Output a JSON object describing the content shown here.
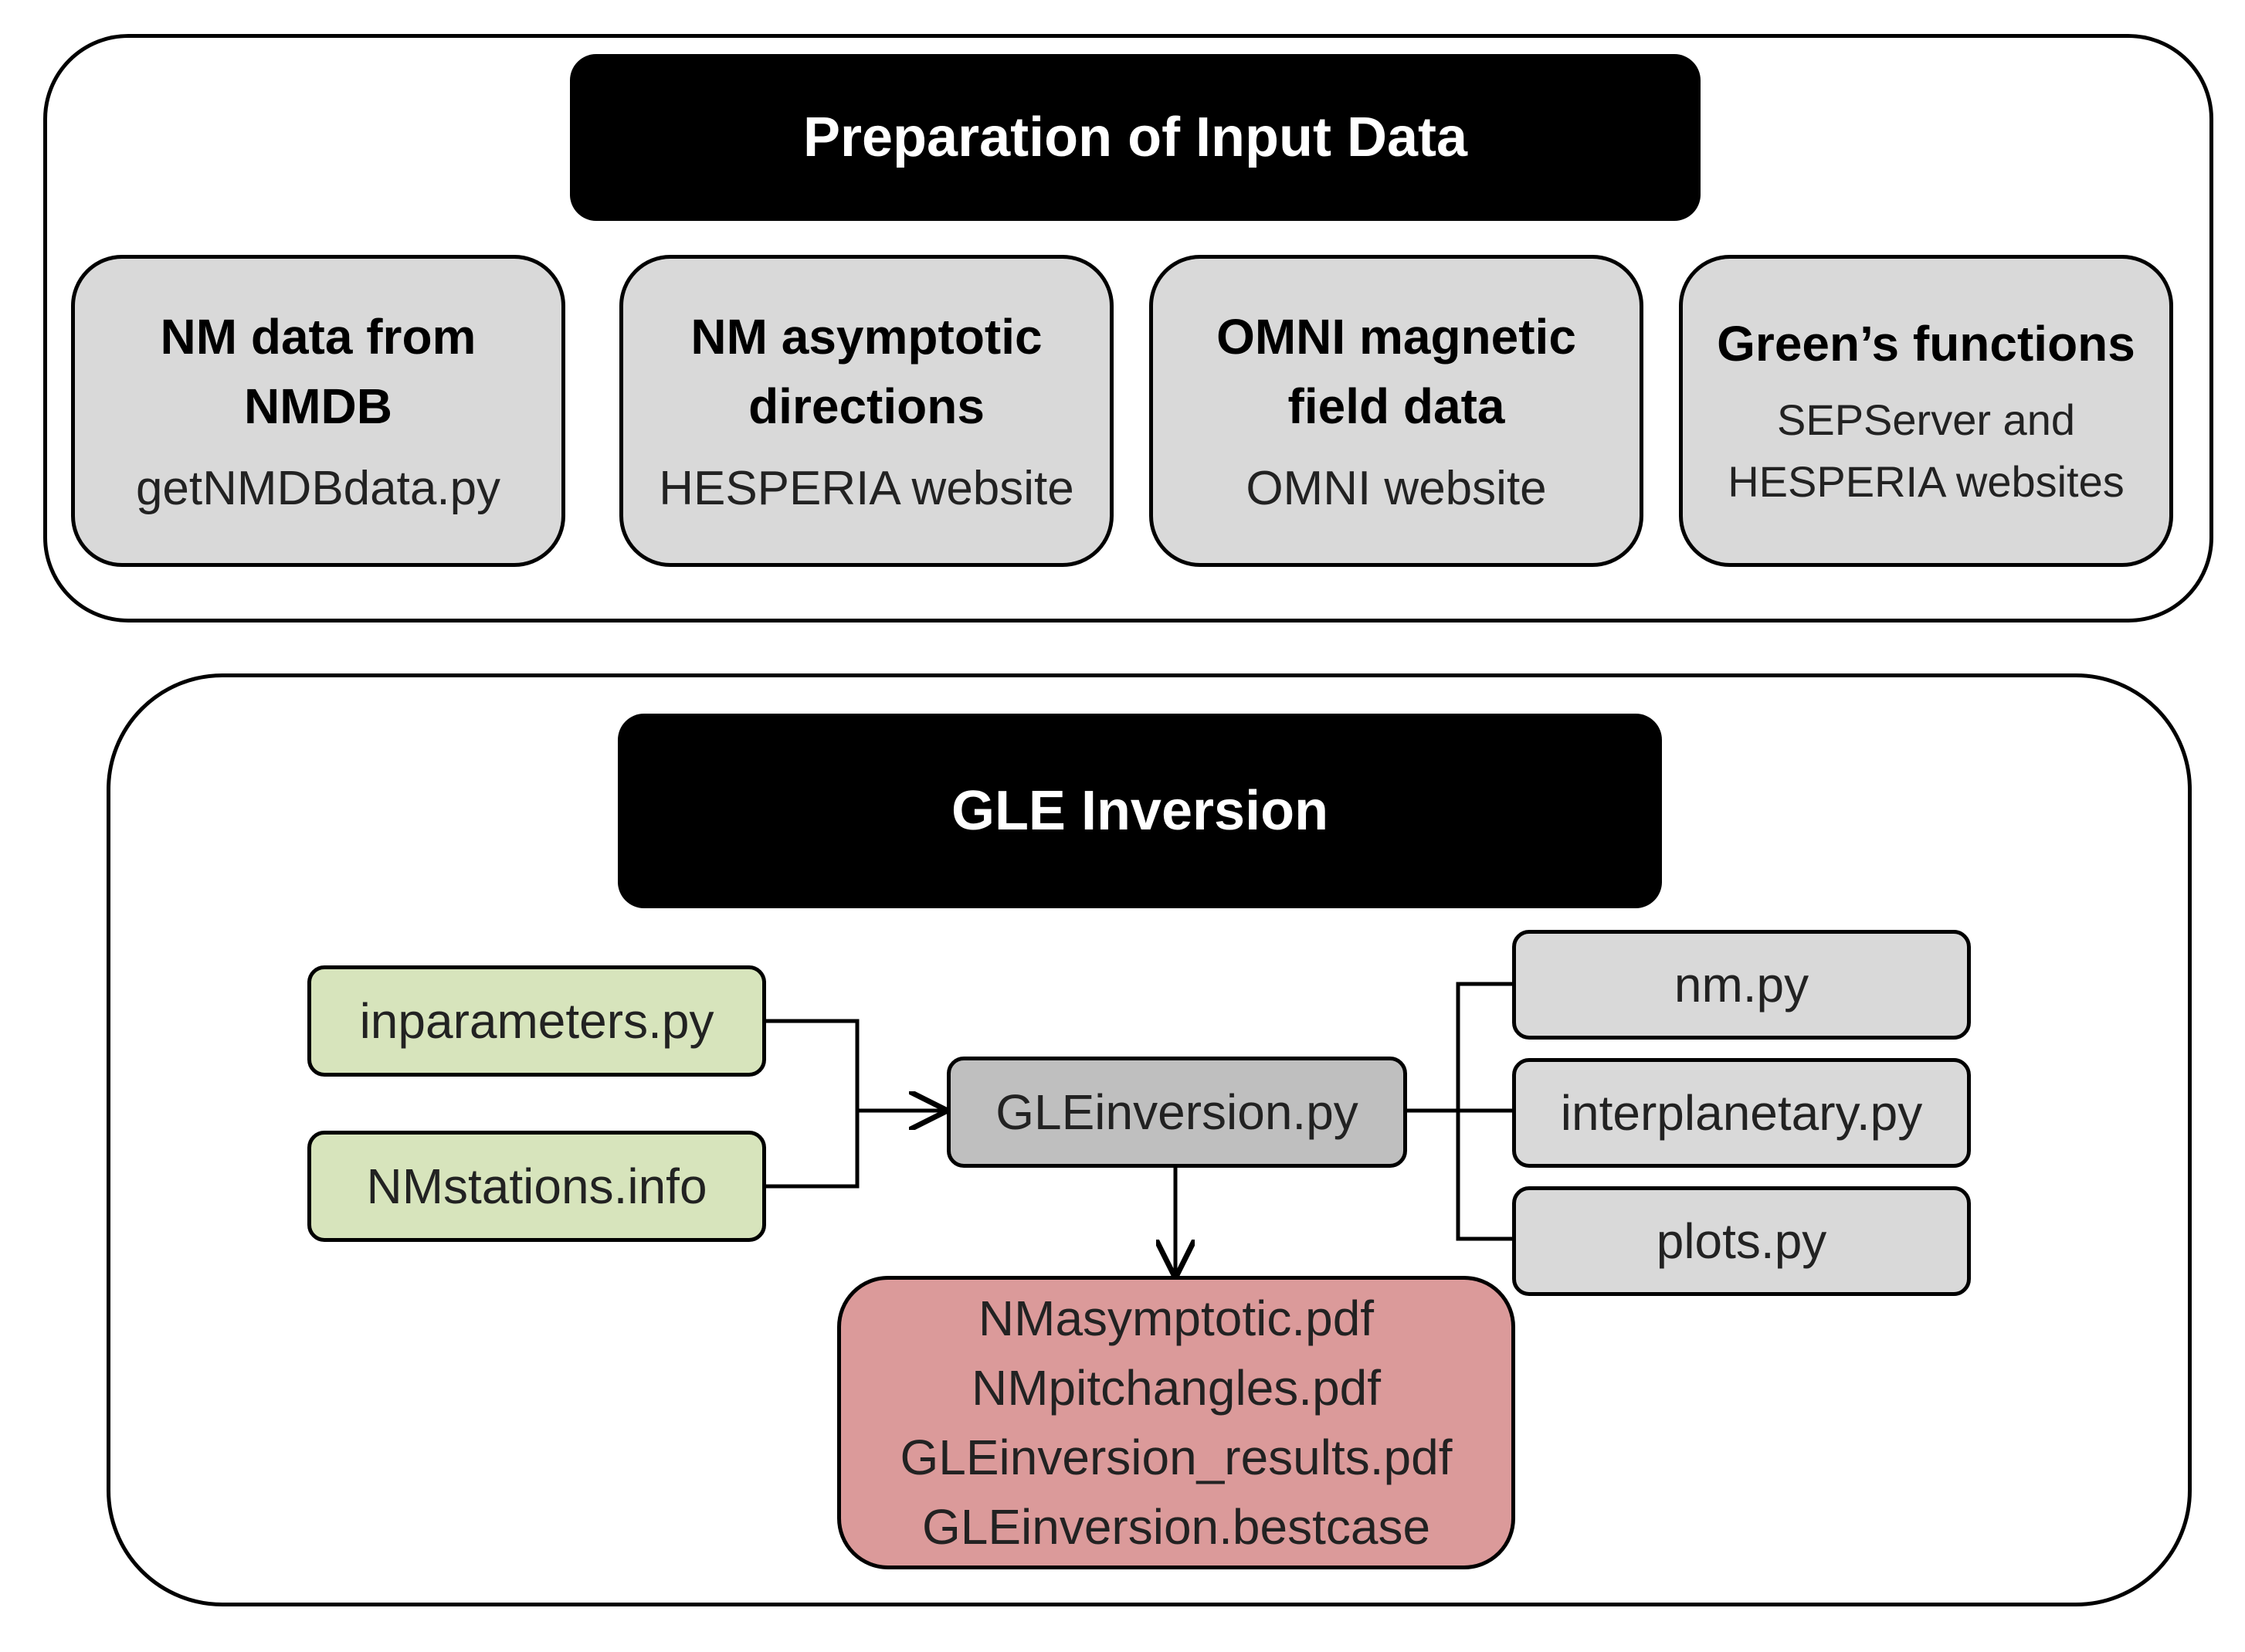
{
  "prep": {
    "header": "Preparation of Input Data",
    "cards": [
      {
        "title_lines": [
          "NM data from",
          "NMDB"
        ],
        "sub_lines": [
          "getNMDBdata.py"
        ]
      },
      {
        "title_lines": [
          "NM asymptotic",
          "directions"
        ],
        "sub_lines": [
          "HESPERIA website"
        ]
      },
      {
        "title_lines": [
          "OMNI magnetic",
          "field data"
        ],
        "sub_lines": [
          "OMNI website"
        ]
      },
      {
        "title_lines": [
          "Green’s functions"
        ],
        "sub_lines": [
          "SEPServer and",
          "HESPERIA websites"
        ]
      }
    ]
  },
  "gle": {
    "header": "GLE Inversion",
    "inputs": [
      "inparameters.py",
      "NMstations.info"
    ],
    "main": "GLEinversion.py",
    "modules": [
      "nm.py",
      "interplanetary.py",
      "plots.py"
    ],
    "outputs": [
      "NMasymptotic.pdf",
      "NMpitchangles.pdf",
      "GLEinversion_results.pdf",
      "GLEinversion.bestcase"
    ]
  },
  "colors": {
    "input_fill": "#d7e4bc",
    "module_fill": "#d9d9d9",
    "main_fill": "#bfbfbf",
    "output_fill": "#db9a9a",
    "header_fill": "#000000"
  }
}
